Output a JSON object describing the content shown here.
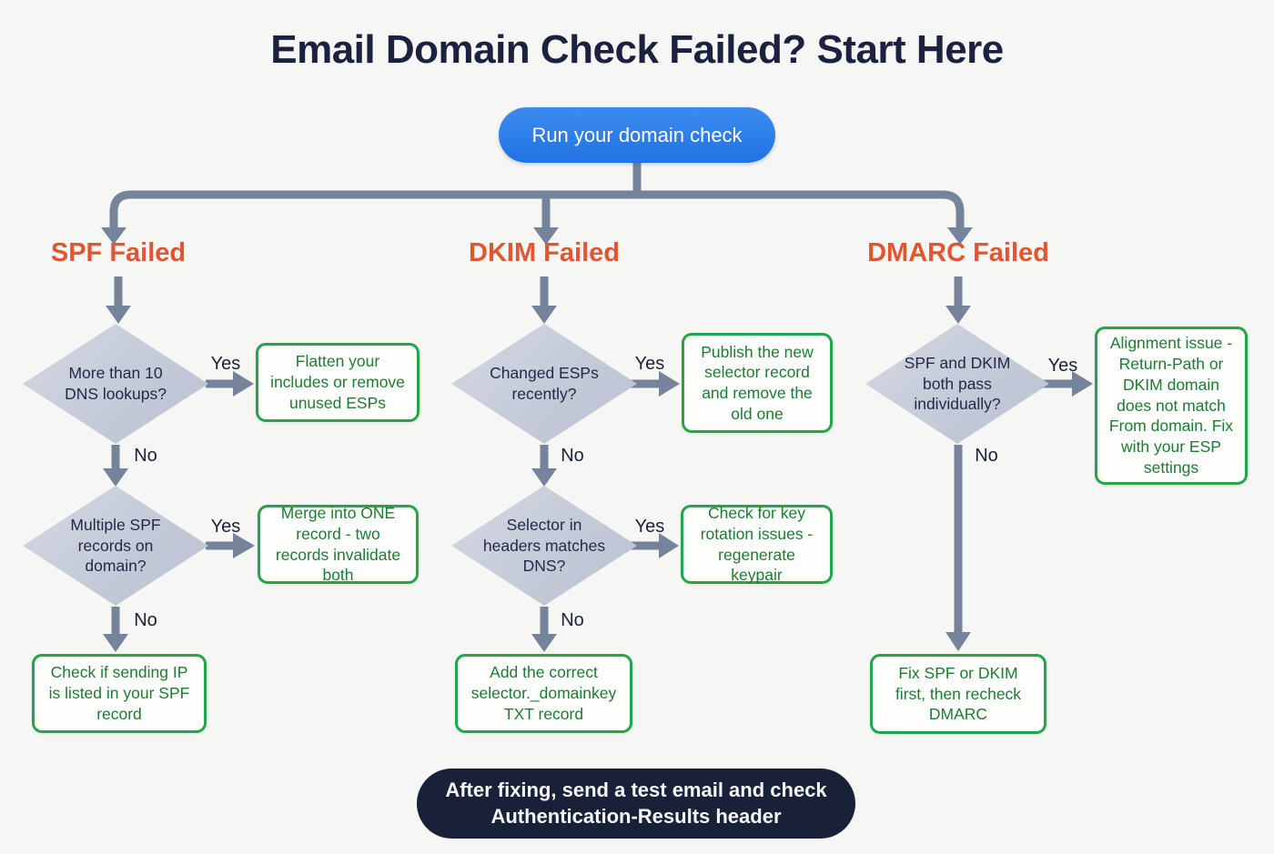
{
  "title": "Email Domain Check Failed? Start Here",
  "start_node": {
    "label": "Run your domain check"
  },
  "end_node": {
    "label": "After fixing, send a test email and check Authentication-Results header"
  },
  "colors": {
    "background": "#f6f6f4",
    "title_text": "#1b2240",
    "start_pill_blue": "#2a7de9",
    "end_pill_navy": "#192138",
    "heading_orange": "#e2552e",
    "diamond_fill": "#c6ccd9",
    "diamond_text": "#212b47",
    "result_border_green": "#25a54a",
    "result_text_green": "#1d7c33",
    "connector_slate": "#75839b"
  },
  "branches": [
    {
      "id": "spf",
      "heading": "SPF Failed",
      "decisions": [
        {
          "question": "More than 10 DNS lookups?",
          "yes_label": "Yes",
          "no_label": "No",
          "yes_result": "Flatten your includes or remove unused ESPs"
        },
        {
          "question": "Multiple SPF records on domain?",
          "yes_label": "Yes",
          "no_label": "No",
          "yes_result": "Merge into ONE record - two records invalidate both"
        }
      ],
      "final_result": "Check if sending IP is listed in your SPF record"
    },
    {
      "id": "dkim",
      "heading": "DKIM Failed",
      "decisions": [
        {
          "question": "Changed ESPs recently?",
          "yes_label": "Yes",
          "no_label": "No",
          "yes_result": "Publish the new selector record and remove the old one"
        },
        {
          "question": "Selector in headers matches DNS?",
          "yes_label": "Yes",
          "no_label": "No",
          "yes_result": "Check for key rotation issues - regenerate keypair"
        }
      ],
      "final_result": "Add the correct selector._domainkey TXT record"
    },
    {
      "id": "dmarc",
      "heading": "DMARC Failed",
      "decisions": [
        {
          "question": "SPF and DKIM both pass individually?",
          "yes_label": "Yes",
          "no_label": "No",
          "yes_result": "Alignment issue - Return-Path or DKIM domain does not match From domain. Fix with your ESP settings"
        }
      ],
      "final_result": "Fix SPF or DKIM first, then recheck DMARC"
    }
  ]
}
